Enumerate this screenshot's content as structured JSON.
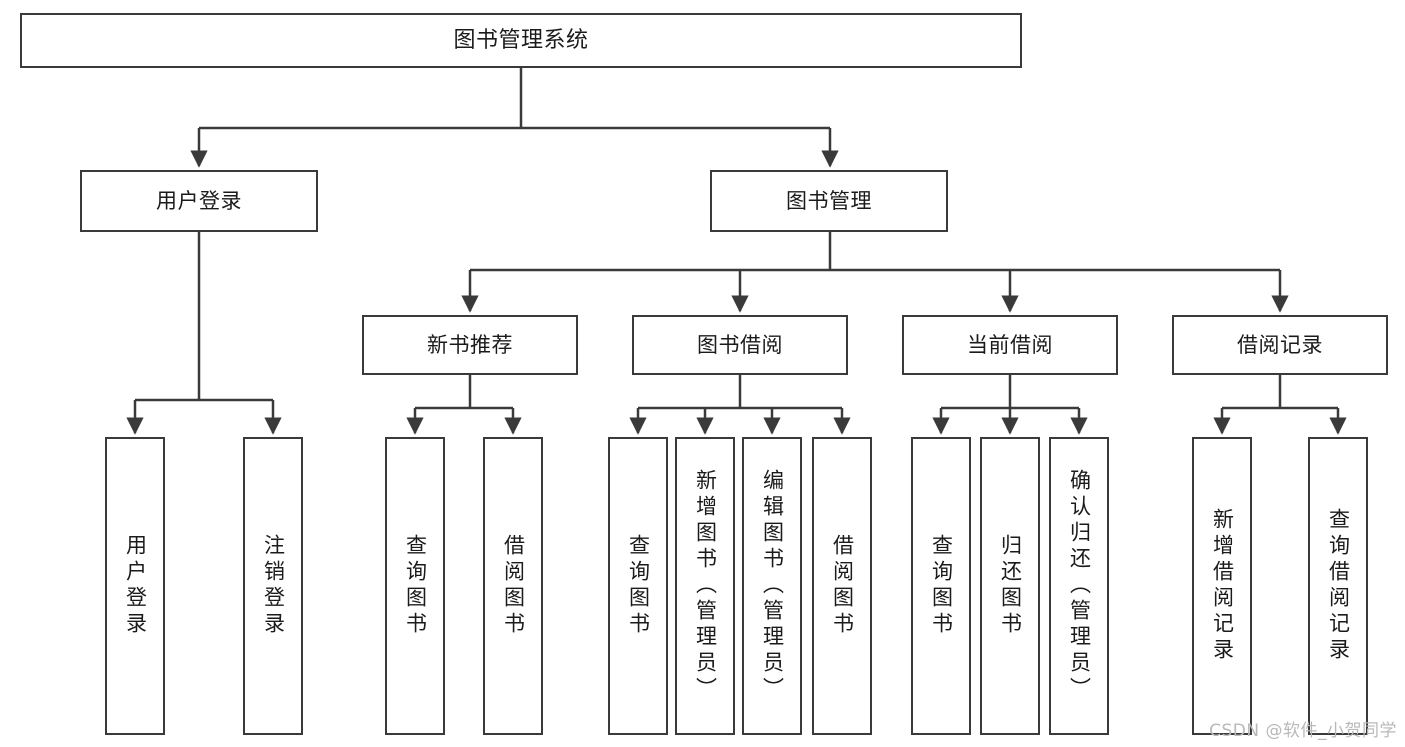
{
  "diagram": {
    "title": "图书管理系统",
    "type": "tree-hierarchy",
    "orientation": "top-down",
    "colors": {
      "border": "#3a3a3a",
      "fill": "#ffffff",
      "text": "#1b1b1b",
      "connector": "#3a3a3a",
      "watermark": "#b9b9b9"
    }
  },
  "root": {
    "label": "图书管理系统"
  },
  "level2": [
    {
      "label": "用户登录"
    },
    {
      "label": "图书管理"
    }
  ],
  "level3": [
    {
      "label": "新书推荐"
    },
    {
      "label": "图书借阅"
    },
    {
      "label": "当前借阅"
    },
    {
      "label": "借阅记录"
    }
  ],
  "leaves": {
    "user_login": [
      {
        "label": "用户登录"
      },
      {
        "label": "注销登录"
      }
    ],
    "new_book_recommend": [
      {
        "label": "查询图书"
      },
      {
        "label": "借阅图书"
      }
    ],
    "book_borrow": [
      {
        "label": "查询图书"
      },
      {
        "label": "新增图书（管理员）"
      },
      {
        "label": "编辑图书（管理员）"
      },
      {
        "label": "借阅图书"
      }
    ],
    "current_borrow": [
      {
        "label": "查询图书"
      },
      {
        "label": "归还图书"
      },
      {
        "label": "确认归还（管理员）"
      }
    ],
    "borrow_record": [
      {
        "label": "新增借阅记录"
      },
      {
        "label": "查询借阅记录"
      }
    ]
  },
  "watermark": {
    "text": "CSDN @软件_小贺同学"
  }
}
